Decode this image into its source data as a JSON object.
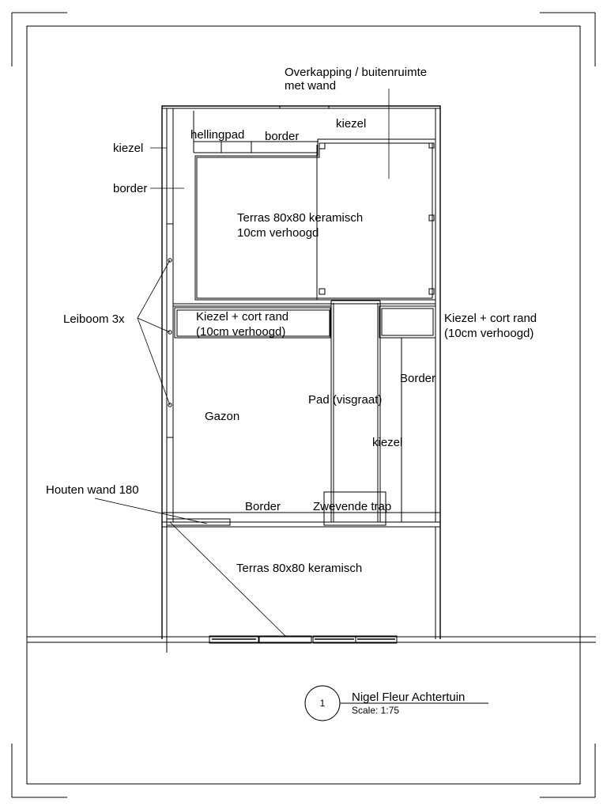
{
  "labels": {
    "overkapping_1": "Overkapping / buitenruimte",
    "overkapping_2": "met wand",
    "kiezel_top": "kiezel",
    "hellingpad": "hellingpad",
    "border_top": "border",
    "kiezel_left": "kiezel",
    "border_left": "border",
    "terras_top_1": "Terras 80x80 keramisch",
    "terras_top_2": "10cm verhoogd",
    "leiboom": "Leiboom 3x",
    "kiezel_cort_left_1": "Kiezel + cort rand",
    "kiezel_cort_left_2": "(10cm verhoogd)",
    "kiezel_cort_right_1": "Kiezel + cort rand",
    "kiezel_cort_right_2": "(10cm verhoogd)",
    "border_right": "Border",
    "pad": "Pad (visgraat)",
    "gazon": "Gazon",
    "kiezel_path": "kiezel",
    "houten_wand": "Houten wand 180",
    "border_bottom": "Border",
    "zwevende_trap": "Zwevende trap",
    "terras_bottom": "Terras 80x80 keramisch"
  },
  "title_block": {
    "number": "1",
    "title": "Nigel Fleur Achtertuin",
    "scale": "Scale: 1:75"
  }
}
